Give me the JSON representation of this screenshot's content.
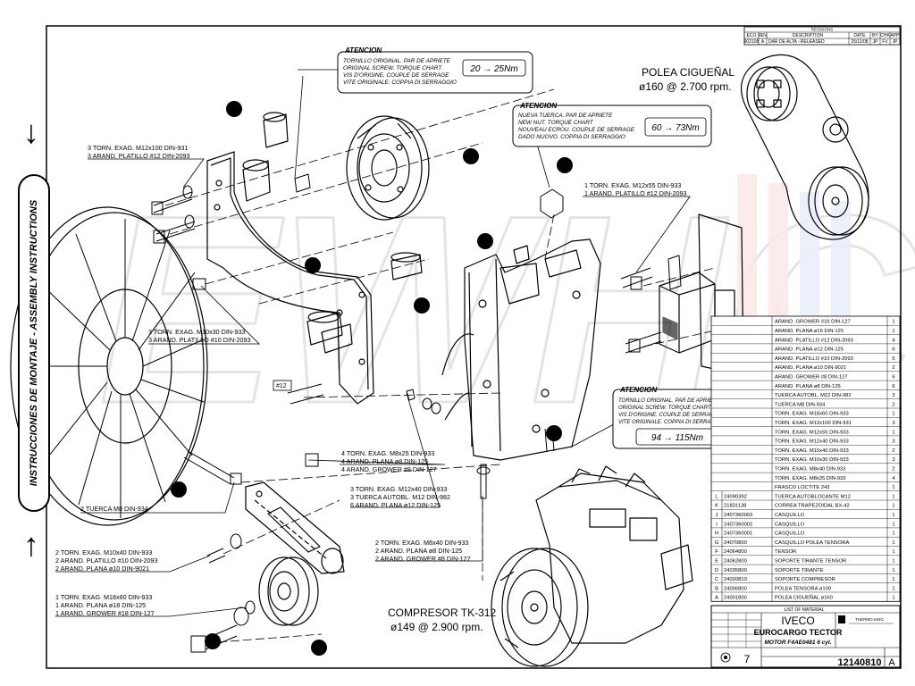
{
  "side_label": "INSTRUCCIONES DE MONTAJE - ASSEMBLY INSTRUCTIONS",
  "revision_block": {
    "title": "REVISIONS",
    "headers": [
      "ECO",
      "REV",
      "DESCRIPTION",
      "DATE",
      "BY",
      "CHK",
      "APP"
    ],
    "row": [
      "902108",
      "A",
      "DAR DE ALTA - RELEASED",
      "25/11/08",
      "JP",
      "FV",
      "JP"
    ]
  },
  "callouts": {
    "atencion1": {
      "title": "ATENCION",
      "lines": [
        "TORNILLO ORIGINAL. PAR DE APRIETE",
        "ORIGINAL SCREW. TORQUE CHART",
        "VIS D'ORIGINE. COUPLE DE SERRAGE",
        "VITE ORIGINALE. COPPIA DI SERRAGGIO"
      ],
      "torque": "20 → 25Nm"
    },
    "atencion2": {
      "title": "ATENCION",
      "lines": [
        "NUEVA TUERCA. PAR DE APRIETE",
        "NEW NUT. TORQUE CHART",
        "NOUVEAU ECROU. COUPLE DE SERRAGE",
        "DADO NUOVO. COPPIA DI SERRAGGIO"
      ],
      "torque": "60 → 73Nm"
    },
    "atencion3": {
      "title": "ATENCION",
      "lines": [
        "TORNILLO ORIGINAL. PAR DE APRIETE",
        "ORIGINAL SCREW. TORQUE CHART",
        "VIS D'ORIGINE. COUPLE DE SERRAGE",
        "VITE ORIGINALE. COPPIA DI SERRAGGIO"
      ],
      "torque": "94 → 115Nm"
    }
  },
  "polea": {
    "title": "POLEA CIGUEÑAL",
    "spec": "ø160 @ 2.700 rpm."
  },
  "compresor": {
    "title": "COMPRESOR TK-312",
    "spec": "ø149 @ 2.900 rpm."
  },
  "labels": {
    "l1a": "3 TORN. EXAG. M12x100 DIN-931",
    "l1b": "3 ARAND. PLATILLO #12 DIN-2093",
    "l2a": "1 TORN. EXAG. M12x55 DIN-933",
    "l2b": "1 ARAND. PLATILLO #12 DIN-2093",
    "l3a": "3 TORN. EXAG. M10x30 DIN-933",
    "l3b": "3 ARAND. PLATILLO #10 DIN-2093",
    "l4": "#12",
    "l5a": "4 TORN. EXAG. M8x25 DIN-933",
    "l5b": "4 ARAND. PLANA ø8 DIN-125",
    "l5c": "4 ARAND. GROWER #8 DIN-127",
    "l6a": "3 TORN. EXAG. M12x40 DIN-933",
    "l6b": "3 TUERCA AUTOBL. M12 DIN-982",
    "l6c": "6 ARAND. PLANA ø12 DIN-125",
    "l7": "2 TUERCA M8 DIN-934",
    "l8a": "2 TORN. EXAG. M10x40 DIN-933",
    "l8b": "2 ARAND. PLATILLO #10 DIN-2093",
    "l8c": "2 ARAND. PLANA ø10 DIN-9021",
    "l9a": "2 TORN. EXAG. M8x40 DIN-933",
    "l9b": "2 ARAND. PLANA ø8 DIN-125",
    "l9c": "2 ARAND. GROWER #8 DIN-127",
    "l10a": "1 TORN. EXAG. M18x60 DIN-933",
    "l10b": "1 ARAND. PLANA ø18 DIN-125",
    "l10c": "1 ARAND. GROWER #18 DIN-127"
  },
  "parts_list": [
    {
      "item": "",
      "code": "",
      "desc": "ARAND. GROWER #16 DIN-127",
      "qty": "1"
    },
    {
      "item": "",
      "code": "",
      "desc": "ARAND. PLANA ø16 DIN-125",
      "qty": "1"
    },
    {
      "item": "",
      "code": "",
      "desc": "ARAND. PLATILLO #12 DIN-2093",
      "qty": "4"
    },
    {
      "item": "",
      "code": "",
      "desc": "ARAND. PLANA ø12 DIN-125",
      "qty": "6"
    },
    {
      "item": "",
      "code": "",
      "desc": "ARAND. PLATILLO #10 DIN-2093",
      "qty": "5"
    },
    {
      "item": "",
      "code": "",
      "desc": "ARAND. PLANA ø10 DIN-9021",
      "qty": "2"
    },
    {
      "item": "",
      "code": "",
      "desc": "ARAND. GROWER #8 DIN-127",
      "qty": "6"
    },
    {
      "item": "",
      "code": "",
      "desc": "ARAND. PLANA ø8 DIN-125",
      "qty": "6"
    },
    {
      "item": "",
      "code": "",
      "desc": "TUERCA AUTOBL. M12 DIN-982",
      "qty": "3"
    },
    {
      "item": "",
      "code": "",
      "desc": "TUERCA M8 DIN-934",
      "qty": "2"
    },
    {
      "item": "",
      "code": "",
      "desc": "TORN. EXAG. M18x60 DIN-933",
      "qty": "1"
    },
    {
      "item": "",
      "code": "",
      "desc": "TORN. EXAG. M12x100 DIN-931",
      "qty": "3"
    },
    {
      "item": "",
      "code": "",
      "desc": "TORN. EXAG. M12x55 DIN-933",
      "qty": "1"
    },
    {
      "item": "",
      "code": "",
      "desc": "TORN. EXAG. M12x40 DIN-933",
      "qty": "3"
    },
    {
      "item": "",
      "code": "",
      "desc": "TORN. EXAG. M10x40 DIN-933",
      "qty": "2"
    },
    {
      "item": "",
      "code": "",
      "desc": "TORN. EXAG. M10x30 DIN-933",
      "qty": "3"
    },
    {
      "item": "",
      "code": "",
      "desc": "TORN. EXAG. M8x40 DIN-933",
      "qty": "2"
    },
    {
      "item": "",
      "code": "",
      "desc": "TORN. EXAG. M8x25 DIN-933",
      "qty": "4"
    },
    {
      "item": "",
      "code": "",
      "desc": "FRASCO LOCTITE 243",
      "qty": "1"
    },
    {
      "item": "L",
      "code": "24090392",
      "desc": "TUERCA AUTOBLOCANTE M12",
      "qty": "1"
    },
    {
      "item": "K",
      "code": "21831138",
      "desc": "CORREA TRAPEZOIDAL BX-42",
      "qty": "1"
    },
    {
      "item": "J",
      "code": "2407360003",
      "desc": "CASQUILLO",
      "qty": "1"
    },
    {
      "item": "I",
      "code": "2407360002",
      "desc": "CASQUILLO",
      "qty": "1"
    },
    {
      "item": "H",
      "code": "2407360001",
      "desc": "CASQUILLO",
      "qty": "1"
    },
    {
      "item": "G",
      "code": "24070800",
      "desc": "CASQUILLO POLEA TENSORA",
      "qty": "1"
    },
    {
      "item": "F",
      "code": "24064800",
      "desc": "TENSOR",
      "qty": "1"
    },
    {
      "item": "E",
      "code": "24062800",
      "desc": "SOPORTE TIRANTE TENSOR",
      "qty": "1"
    },
    {
      "item": "D",
      "code": "24035800",
      "desc": "SOPORTE TIRANTE",
      "qty": "1"
    },
    {
      "item": "C",
      "code": "24020810",
      "desc": "SOPORTE COMPRESOR",
      "qty": "1"
    },
    {
      "item": "B",
      "code": "24006800",
      "desc": "POLEA TENSORA ø100",
      "qty": "1"
    },
    {
      "item": "A",
      "code": "24001800",
      "desc": "POLEA CIGUEÑAL ø160",
      "qty": "1"
    }
  ],
  "parts_footer": "LIST OF MATERIAL",
  "title_block": {
    "brand": "IVECO",
    "model": "EUROCARGO TECTOR",
    "motor": "MOTOR F4AE0481 6 cyl.",
    "sheet": "7",
    "drawing_no": "12140810",
    "rev": "A",
    "company": "THERMO KING"
  },
  "watermark": "EWHC"
}
